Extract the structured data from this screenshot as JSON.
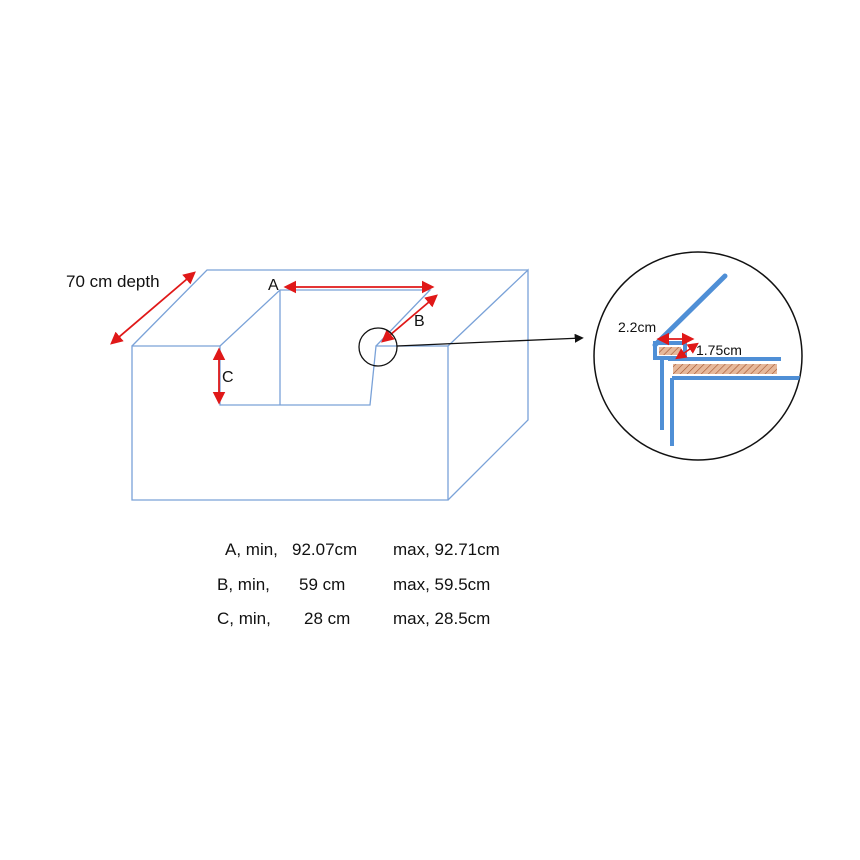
{
  "colors": {
    "box_line": "#7aa2d8",
    "dimension_arrow": "#e01818",
    "rail": "#4f8fd6",
    "hatch_fill": "#e6b89a",
    "hatch_line": "#a0522d",
    "text": "#111111"
  },
  "diagram": {
    "depth_label": "70 cm depth",
    "label_a": "A",
    "label_b": "B",
    "label_c": "C",
    "detail": {
      "label_width": "2.2cm",
      "label_inner": "1.75cm"
    }
  },
  "measurements": [
    {
      "label": "A, min,",
      "min": "92.07cm",
      "max": "max, 92.71cm"
    },
    {
      "label": "B, min,",
      "min": "59 cm",
      "max": "max, 59.5cm"
    },
    {
      "label": "C, min,",
      "min": "28 cm",
      "max": "max, 28.5cm"
    }
  ]
}
